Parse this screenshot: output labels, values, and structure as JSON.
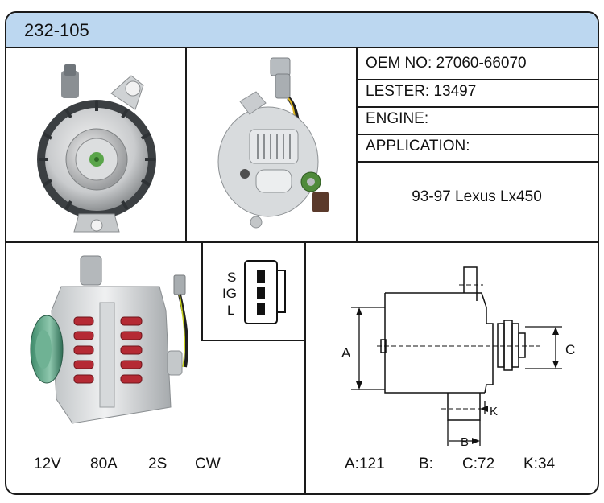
{
  "part_number": "232-105",
  "info": {
    "oem_label": "OEM NO:",
    "oem_value": "27060-66070",
    "lester_label": "LESTER:",
    "lester_value": "13497",
    "engine_label": "ENGINE:",
    "engine_value": "",
    "application_label": "APPLICATION:",
    "application_value": "93-97 Lexus Lx450"
  },
  "specs": {
    "voltage": "12V",
    "amperage": "80A",
    "wire": "2S",
    "rotation": "CW"
  },
  "connector": {
    "pins": [
      "S",
      "IG",
      "L"
    ]
  },
  "dimensions": {
    "a_label": "A",
    "b_label": "B",
    "c_label": "C",
    "k_label": "K",
    "a_text": "A:121",
    "b_text": "B:",
    "c_text": "C:72",
    "k_text": "K:34"
  },
  "colors": {
    "header_bg": "#bcd7f0",
    "border": "#1a1a1a"
  }
}
